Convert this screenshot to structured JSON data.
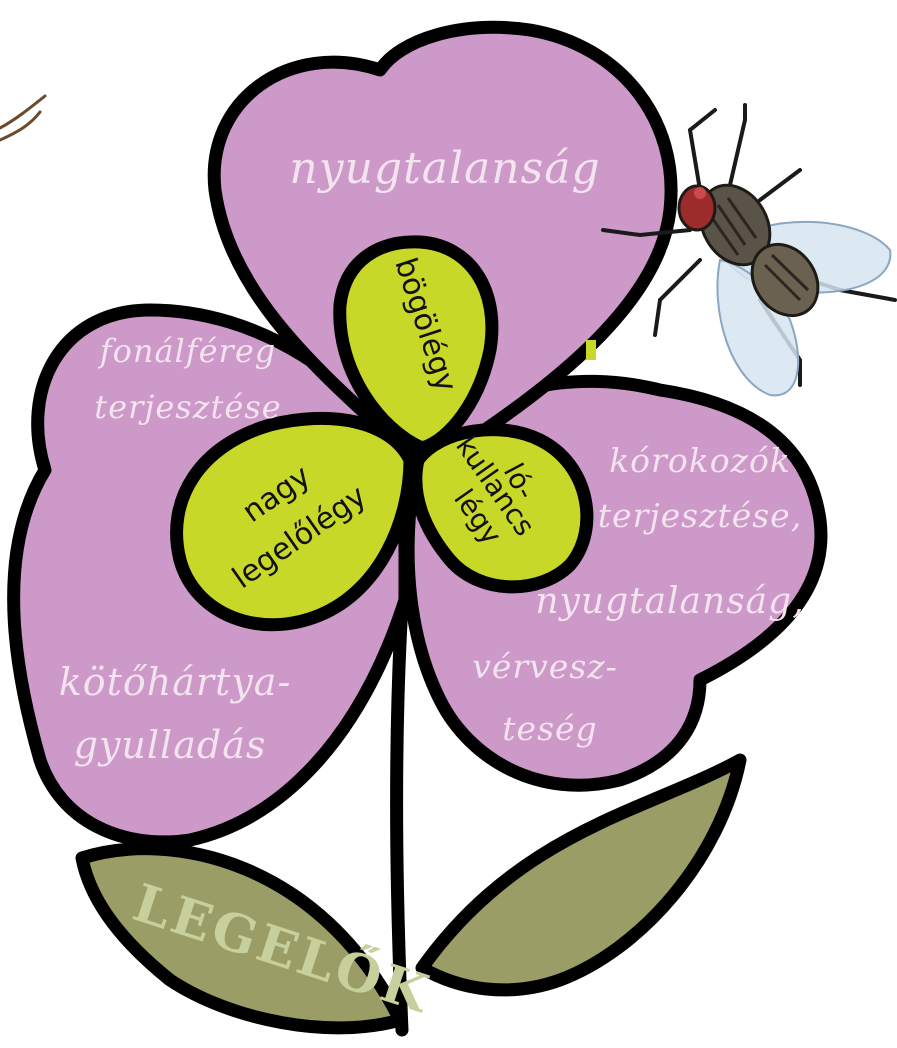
{
  "diagram": {
    "petals": {
      "top": "nyugtalanság",
      "left_top": [
        "fonálféreg",
        "terjesztése"
      ],
      "left_bottom": [
        "kötőhártya-",
        "gyulladás"
      ],
      "right": [
        "kórokozók",
        "terjesztése,",
        "nyugtalanság,",
        "vérvesz-",
        "teség"
      ]
    },
    "inner": {
      "top": "bögölégy",
      "left": [
        "nagy",
        "legelőlégy"
      ],
      "right_kullancs": [
        "kullancs",
        "légy"
      ],
      "right_lo": "ló-"
    },
    "leaf_label": "LEGELŐK",
    "colors": {
      "petal": "#cc99c9",
      "inner": "#c8d829",
      "leaf": "#9a9d66",
      "outline": "#000000",
      "petal_text": "#f3e3ef",
      "leaf_text": "#c7cf9c"
    }
  }
}
